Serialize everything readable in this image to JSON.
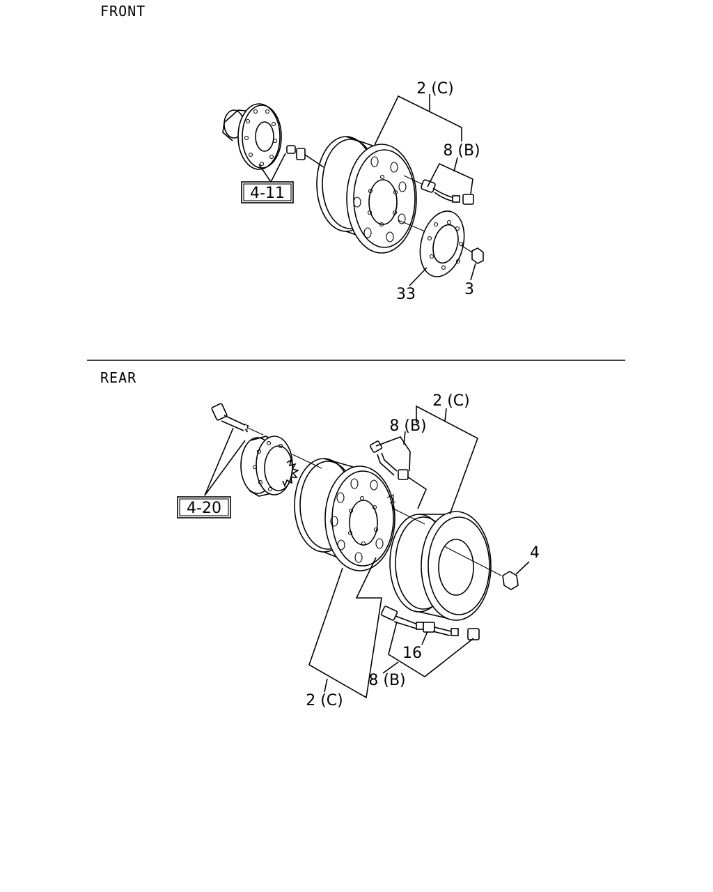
{
  "sections": [
    {
      "id": "front",
      "title": "FRONT"
    },
    {
      "id": "rear",
      "title": "REAR"
    }
  ],
  "front": {
    "callouts": {
      "wheel_assy": "2 (C)",
      "valve_kit": "8 (B)",
      "ref_hub": "4-11",
      "disc_plate": "33",
      "nut": "3"
    }
  },
  "rear": {
    "callouts": {
      "wheel_assy_top": "2 (C)",
      "valve_kit_top": "8 (B)",
      "ref_hub": "4-20",
      "nut": "4",
      "extension": "16",
      "valve_kit_bottom": "8 (B)",
      "wheel_assy_bottom": "2 (C)"
    }
  }
}
